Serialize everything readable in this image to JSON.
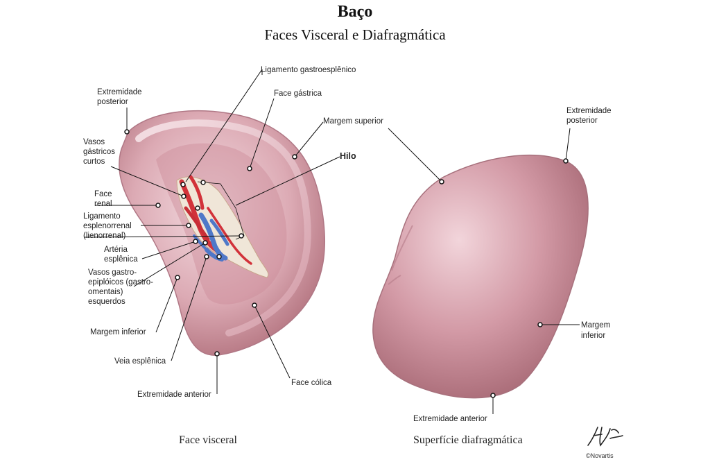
{
  "header": {
    "title": "Baço",
    "subtitle": "Faces Visceral e Diafragmática"
  },
  "views": {
    "visceral": "Face visceral",
    "diaphragmatic": "Superfície diafragmática"
  },
  "labels": {
    "ligamento_gastroesplenico": "Ligamento gastroesplênico",
    "extremidade_posterior_left_1": "Extremidade",
    "extremidade_posterior_left_2": "posterior",
    "face_gastrica": "Face gástrica",
    "margem_superior": "Margem superior",
    "vasos_gastricos_1": "Vasos",
    "vasos_gastricos_2": "gástricos",
    "vasos_gastricos_3": "curtos",
    "hilo": "Hilo",
    "face_renal_1": "Face",
    "face_renal_2": "renal",
    "ligamento_esplenorrenal_1": "Ligamento",
    "ligamento_esplenorrenal_2": "esplenorrenal",
    "ligamento_esplenorrenal_3": "(lienorrenal)",
    "arteria_esplenica_1": "Artéria",
    "arteria_esplenica_2": "esplênica",
    "vasos_gastroepiploicos_1": "Vasos gastro-",
    "vasos_gastroepiploicos_2": "epiplóicos (gastro-",
    "vasos_gastroepiploicos_3": "omentais)",
    "vasos_gastroepiploicos_4": "esquerdos",
    "margem_inferior_left": "Margem inferior",
    "veia_esplenica": "Veia esplênica",
    "extremidade_anterior_left": "Extremidade anterior",
    "face_colica": "Face cólica",
    "extremidade_posterior_right_1": "Extremidade",
    "extremidade_posterior_right_2": "posterior",
    "margem_inferior_right_1": "Margem",
    "margem_inferior_right_2": "inferior",
    "extremidade_anterior_right": "Extremidade anterior"
  },
  "copyright": "©Novartis",
  "colors": {
    "spleen_base": "#c98b98",
    "spleen_light": "#f1d6dc",
    "spleen_dark": "#9a5866",
    "artery": "#d2323a",
    "vein": "#4f78c8",
    "leader": "#111111"
  }
}
